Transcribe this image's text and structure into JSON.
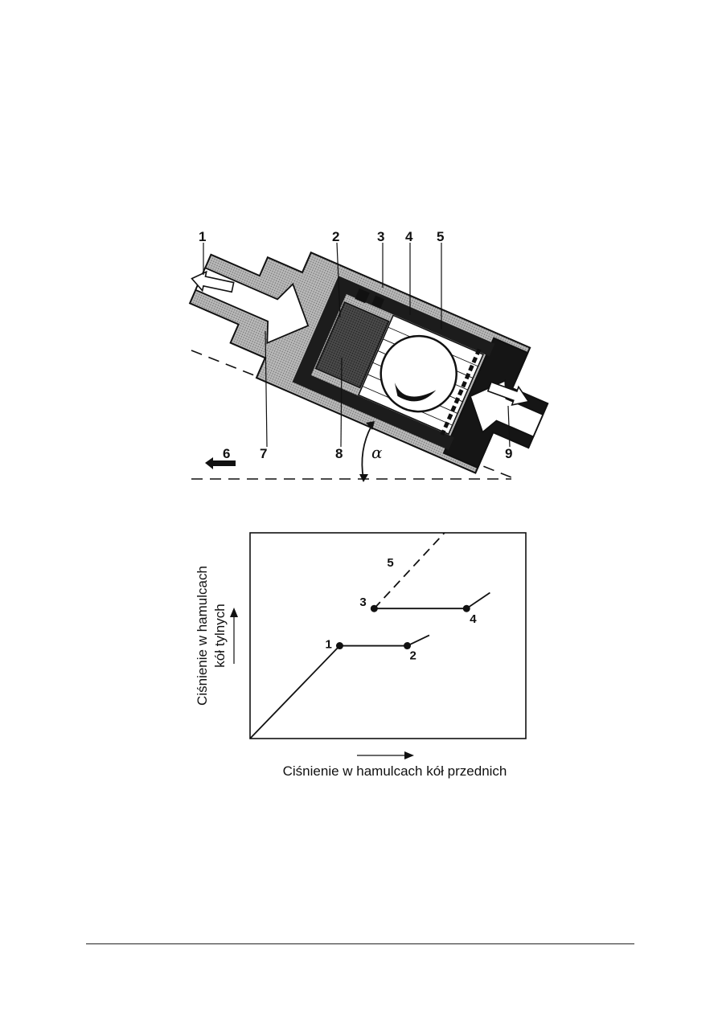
{
  "valve_diagram": {
    "callouts": [
      "1",
      "2",
      "3",
      "4",
      "5",
      "6",
      "7",
      "8",
      "9"
    ],
    "angle_symbol": "α"
  },
  "pressure_chart": {
    "ylabel_line1": "Ciśnienie w hamulcach",
    "ylabel_line2": "kół tylnych",
    "xlabel": "Ciśnienie w hamulcach kół przednich"
  },
  "chart_data": {
    "type": "line",
    "title": "",
    "xlabel": "Ciśnienie w hamulcach kół przednich",
    "ylabel": "Ciśnienie w hamulcach kół tylnych",
    "xlim": [
      0,
      100
    ],
    "ylim": [
      0,
      100
    ],
    "grid": false,
    "series": [
      {
        "name": "",
        "style": "solid",
        "x": [
          0,
          32.5
        ],
        "y": [
          0,
          45.1
        ]
      },
      {
        "name": "",
        "style": "dashed",
        "x": [
          45,
          70.5
        ],
        "y": [
          63.2,
          100
        ]
      },
      {
        "name": "",
        "style": "solid",
        "x": [
          32.5,
          57,
          65
        ],
        "y": [
          45.1,
          45.1,
          50.2
        ]
      },
      {
        "name": "",
        "style": "solid",
        "x": [
          45,
          78.5,
          87
        ],
        "y": [
          63.2,
          63.2,
          70.9
        ]
      }
    ],
    "points": [
      {
        "label": "1",
        "x": 32.5,
        "y": 45.1
      },
      {
        "label": "2",
        "x": 57,
        "y": 45.1
      },
      {
        "label": "3",
        "x": 45,
        "y": 63.2
      },
      {
        "label": "4",
        "x": 78.5,
        "y": 63.2
      },
      {
        "label": "5",
        "x": null,
        "y": null
      }
    ]
  }
}
